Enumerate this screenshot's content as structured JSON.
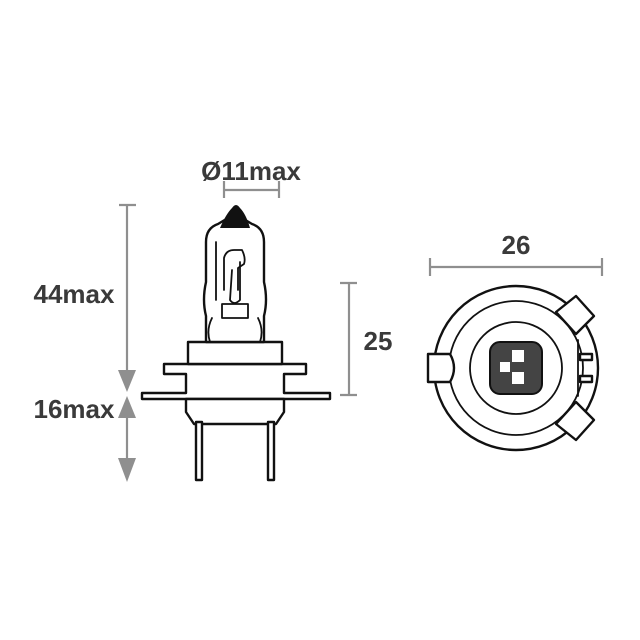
{
  "labels": {
    "diameter": "Ø11max",
    "height_top": "44max",
    "height_base": "16max",
    "flange_height": "25",
    "width": "26"
  },
  "colors": {
    "outline": "#111111",
    "dimension": "#8f8f8f",
    "text": "#3a3a3a",
    "socket_fill": "#444444"
  },
  "views": [
    "side-view",
    "bottom-view"
  ]
}
